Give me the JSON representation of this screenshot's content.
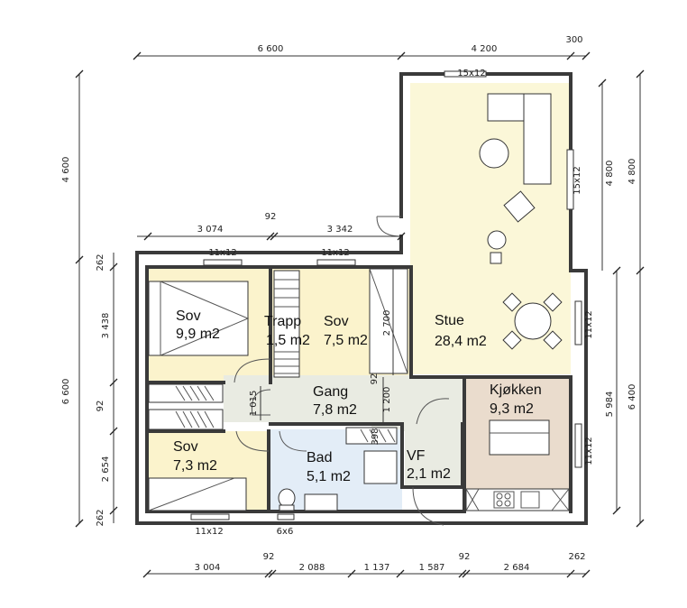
{
  "dimensions": {
    "top_overall": "6 600",
    "top_right": "4 200",
    "top_offset": "300",
    "inner_top_left": "3 074",
    "inner_top_mid": "92",
    "inner_top_right": "3 342",
    "left_upper": "4 600",
    "left_outer": "6 600",
    "left_262_top": "262",
    "left_3438": "3 438",
    "left_92": "92",
    "left_2654": "2 654",
    "left_262_bottom": "262",
    "right_4800_inner": "4 800",
    "right_4800_outer": "4 800",
    "right_5984": "5 984",
    "right_6400": "6 400",
    "bottom_3004": "3 004",
    "bottom_92_a": "92",
    "bottom_2088": "2 088",
    "bottom_1137": "1 137",
    "bottom_1587": "1 587",
    "bottom_92_b": "92",
    "bottom_2684": "2 684",
    "bottom_262": "262",
    "stair_2700": "2 700",
    "gang_1015": "1 015",
    "gang_92": "92",
    "gang_1200": "1 200",
    "bad_398": "398"
  },
  "windows": {
    "stue_top": "15x12",
    "stue_right": "15x12",
    "sov1_top": "11x12",
    "sov2_top": "11x12",
    "stue_right_lower": "11x12",
    "kjokken_right": "11x12",
    "sov3_bottom": "11x12",
    "bad_bottom": "6x6"
  },
  "rooms": {
    "sov1": {
      "name": "Sov",
      "area": "9,9 m2"
    },
    "trapp": {
      "name": "Trapp",
      "area": "1,5 m2"
    },
    "sov2": {
      "name": "Sov",
      "area": "7,5 m2"
    },
    "stue": {
      "name": "Stue",
      "area": "28,4 m2"
    },
    "gang": {
      "name": "Gang",
      "area": "7,8 m2"
    },
    "kjokken": {
      "name": "Kjøkken",
      "area": "9,3 m2"
    },
    "sov3": {
      "name": "Sov",
      "area": "7,3 m2"
    },
    "bad": {
      "name": "Bad",
      "area": "5,1 m2"
    },
    "vf": {
      "name": "VF",
      "area": "2,1 m2"
    }
  },
  "colors": {
    "stue": "#fbf7d8",
    "sov": "#fbf3cc",
    "gang": "#e9ebe2",
    "bad": "#e3edf7",
    "kjokken": "#eadccd",
    "vf": "#e9ebe2"
  }
}
